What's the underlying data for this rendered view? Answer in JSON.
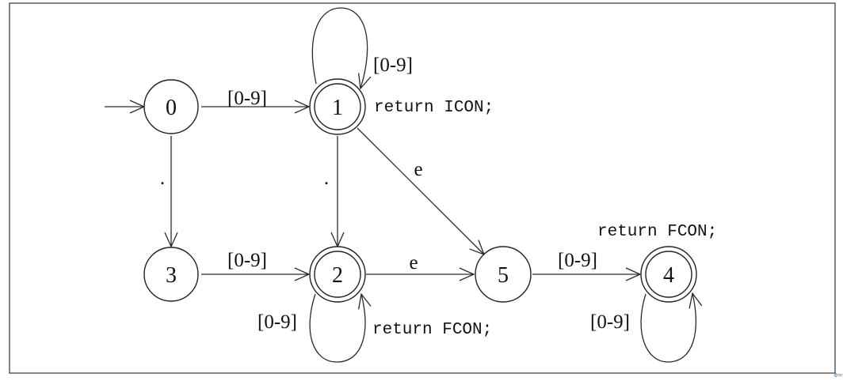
{
  "diagram": {
    "states": [
      {
        "id": "0",
        "label": "0",
        "accepting": false,
        "start": true
      },
      {
        "id": "1",
        "label": "1",
        "accepting": true,
        "start": false
      },
      {
        "id": "2",
        "label": "2",
        "accepting": true,
        "start": false
      },
      {
        "id": "3",
        "label": "3",
        "accepting": false,
        "start": false
      },
      {
        "id": "4",
        "label": "4",
        "accepting": true,
        "start": false
      },
      {
        "id": "5",
        "label": "5",
        "accepting": false,
        "start": false
      }
    ],
    "transitions": [
      {
        "from": "0",
        "to": "1",
        "label": "[0-9]"
      },
      {
        "from": "1",
        "to": "1",
        "label": "[0-9]"
      },
      {
        "from": "0",
        "to": "3",
        "label": "."
      },
      {
        "from": "1",
        "to": "2",
        "label": "."
      },
      {
        "from": "1",
        "to": "5",
        "label": "e"
      },
      {
        "from": "3",
        "to": "2",
        "label": "[0-9]"
      },
      {
        "from": "2",
        "to": "5",
        "label": "e"
      },
      {
        "from": "2",
        "to": "2",
        "label": "[0-9]"
      },
      {
        "from": "5",
        "to": "4",
        "label": "[0-9]"
      },
      {
        "from": "4",
        "to": "4",
        "label": "[0-9]"
      }
    ],
    "actions": [
      {
        "state": "1",
        "text": "return ICON;"
      },
      {
        "state": "2",
        "text": "return FCON;"
      },
      {
        "state": "4",
        "text": "return FCON;"
      }
    ],
    "corner_glyph": "⇐",
    "colors": {
      "line": "#2a2a2a",
      "text": "#111111",
      "background": "#ffffff"
    }
  }
}
